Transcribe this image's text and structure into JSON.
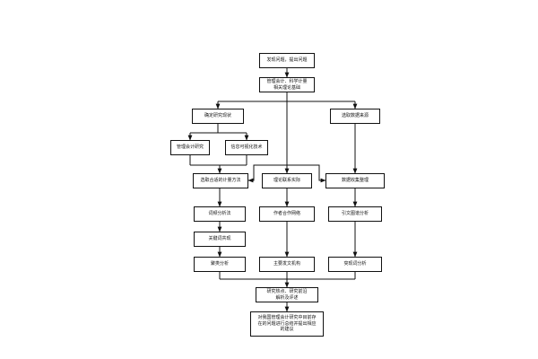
{
  "nodes": {
    "discover": "发现问题，提出问题",
    "theory": "管理会计、科学计量\n相关理论基础",
    "status": "确定研究现状",
    "source": "选取数据来源",
    "ma_research": "管理会计研究",
    "info_viz": "信息可视化技术",
    "methods": "选取合适的计量方法",
    "theory_practice": "理论联系实际",
    "data_collect": "数据收集整理",
    "word_freq": "词频分析法",
    "coauthor": "作者合作网络",
    "cocitation": "引文图谱分析",
    "keywords": "关键词共现",
    "cluster": "聚类分析",
    "institutions": "主要发文机构",
    "burst": "突现词分析",
    "hotspots": "研究热点、研究前沿\n解析及评述",
    "suggestions": "对我国管理会计研究中目前存\n在的问题进行总结并提出相应\n的建议"
  },
  "colors": {
    "line": "#111111",
    "box_border": "#111111",
    "background": "#ffffff"
  }
}
